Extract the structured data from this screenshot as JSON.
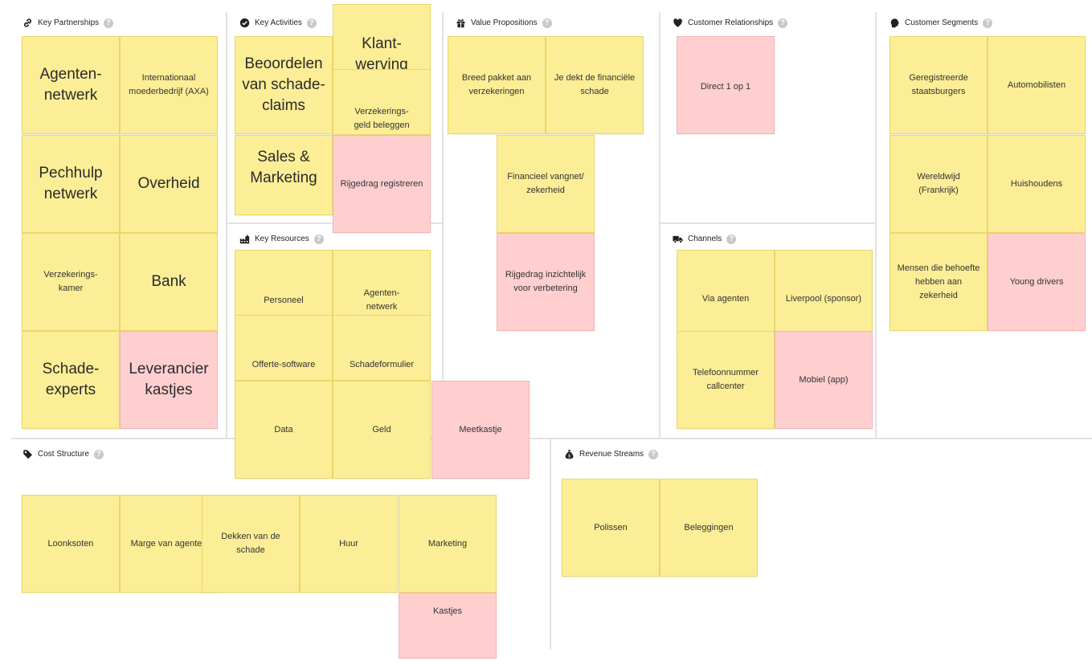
{
  "colors": {
    "yellow": "#fcee96",
    "pink": "#ffcfd0",
    "divider": "#e2e2e2"
  },
  "sections": {
    "key_partnerships": {
      "title": "Key Partnerships",
      "icon": "link-icon"
    },
    "key_activities": {
      "title": "Key Activities",
      "icon": "check-circle-icon"
    },
    "key_resources": {
      "title": "Key Resources",
      "icon": "factory-icon"
    },
    "value_propositions": {
      "title": "Value Propositions",
      "icon": "gift-icon"
    },
    "customer_relationships": {
      "title": "Customer Relationships",
      "icon": "heart-icon"
    },
    "channels": {
      "title": "Channels",
      "icon": "truck-icon"
    },
    "customer_segments": {
      "title": "Customer Segments",
      "icon": "head-icon"
    },
    "cost_structure": {
      "title": "Cost Structure",
      "icon": "tag-icon"
    },
    "revenue_streams": {
      "title": "Revenue Streams",
      "icon": "money-bag-icon"
    }
  },
  "help_label": "?",
  "notes": {
    "kp": [
      "Agenten-\nnetwerk",
      "Internationaal moederbedrijf (AXA)",
      "Pechhulp netwerk",
      "Overheid",
      "Verzekerings-\nkamer",
      "Bank",
      "Schade-\nexperts",
      "Leverancier kastjes"
    ],
    "ka": [
      "Klant-\nwerving",
      "Beoordelen van schade-\nclaims",
      "Verzekerings-\ngeld beleggen",
      "Sales & Marketing",
      "Rijgedrag registreren"
    ],
    "kr": [
      "Personeel",
      "Agenten-\nnetwerk",
      "Offerte-software",
      "Schadeformulier",
      "Data",
      "Geld",
      "Meetkastje"
    ],
    "vp": [
      "Breed pakket aan verzekeringen",
      "Je dekt de financiële schade",
      "Financieel vangnet/ zekerheid",
      "Rijgedrag inzichtelijk voor verbetering"
    ],
    "cr": [
      "Direct 1 op 1"
    ],
    "ch": [
      "Via agenten",
      "Liverpool (sponsor)",
      "Telefoonnummer callcenter",
      "Mobiel (app)"
    ],
    "cs": [
      "Geregistreerde staatsburgers",
      "Automobilisten",
      "Wereldwijd (Frankrijk)",
      "Huishoudens",
      "Mensen die behoefte hebben aan zekerheid",
      "Young drivers"
    ],
    "cost": [
      "Loonksoten",
      "Marge van agenten",
      "Dekken van de schade",
      "Huur",
      "Marketing",
      "Kastjes"
    ],
    "rev": [
      "Polissen",
      "Beleggingen"
    ]
  }
}
